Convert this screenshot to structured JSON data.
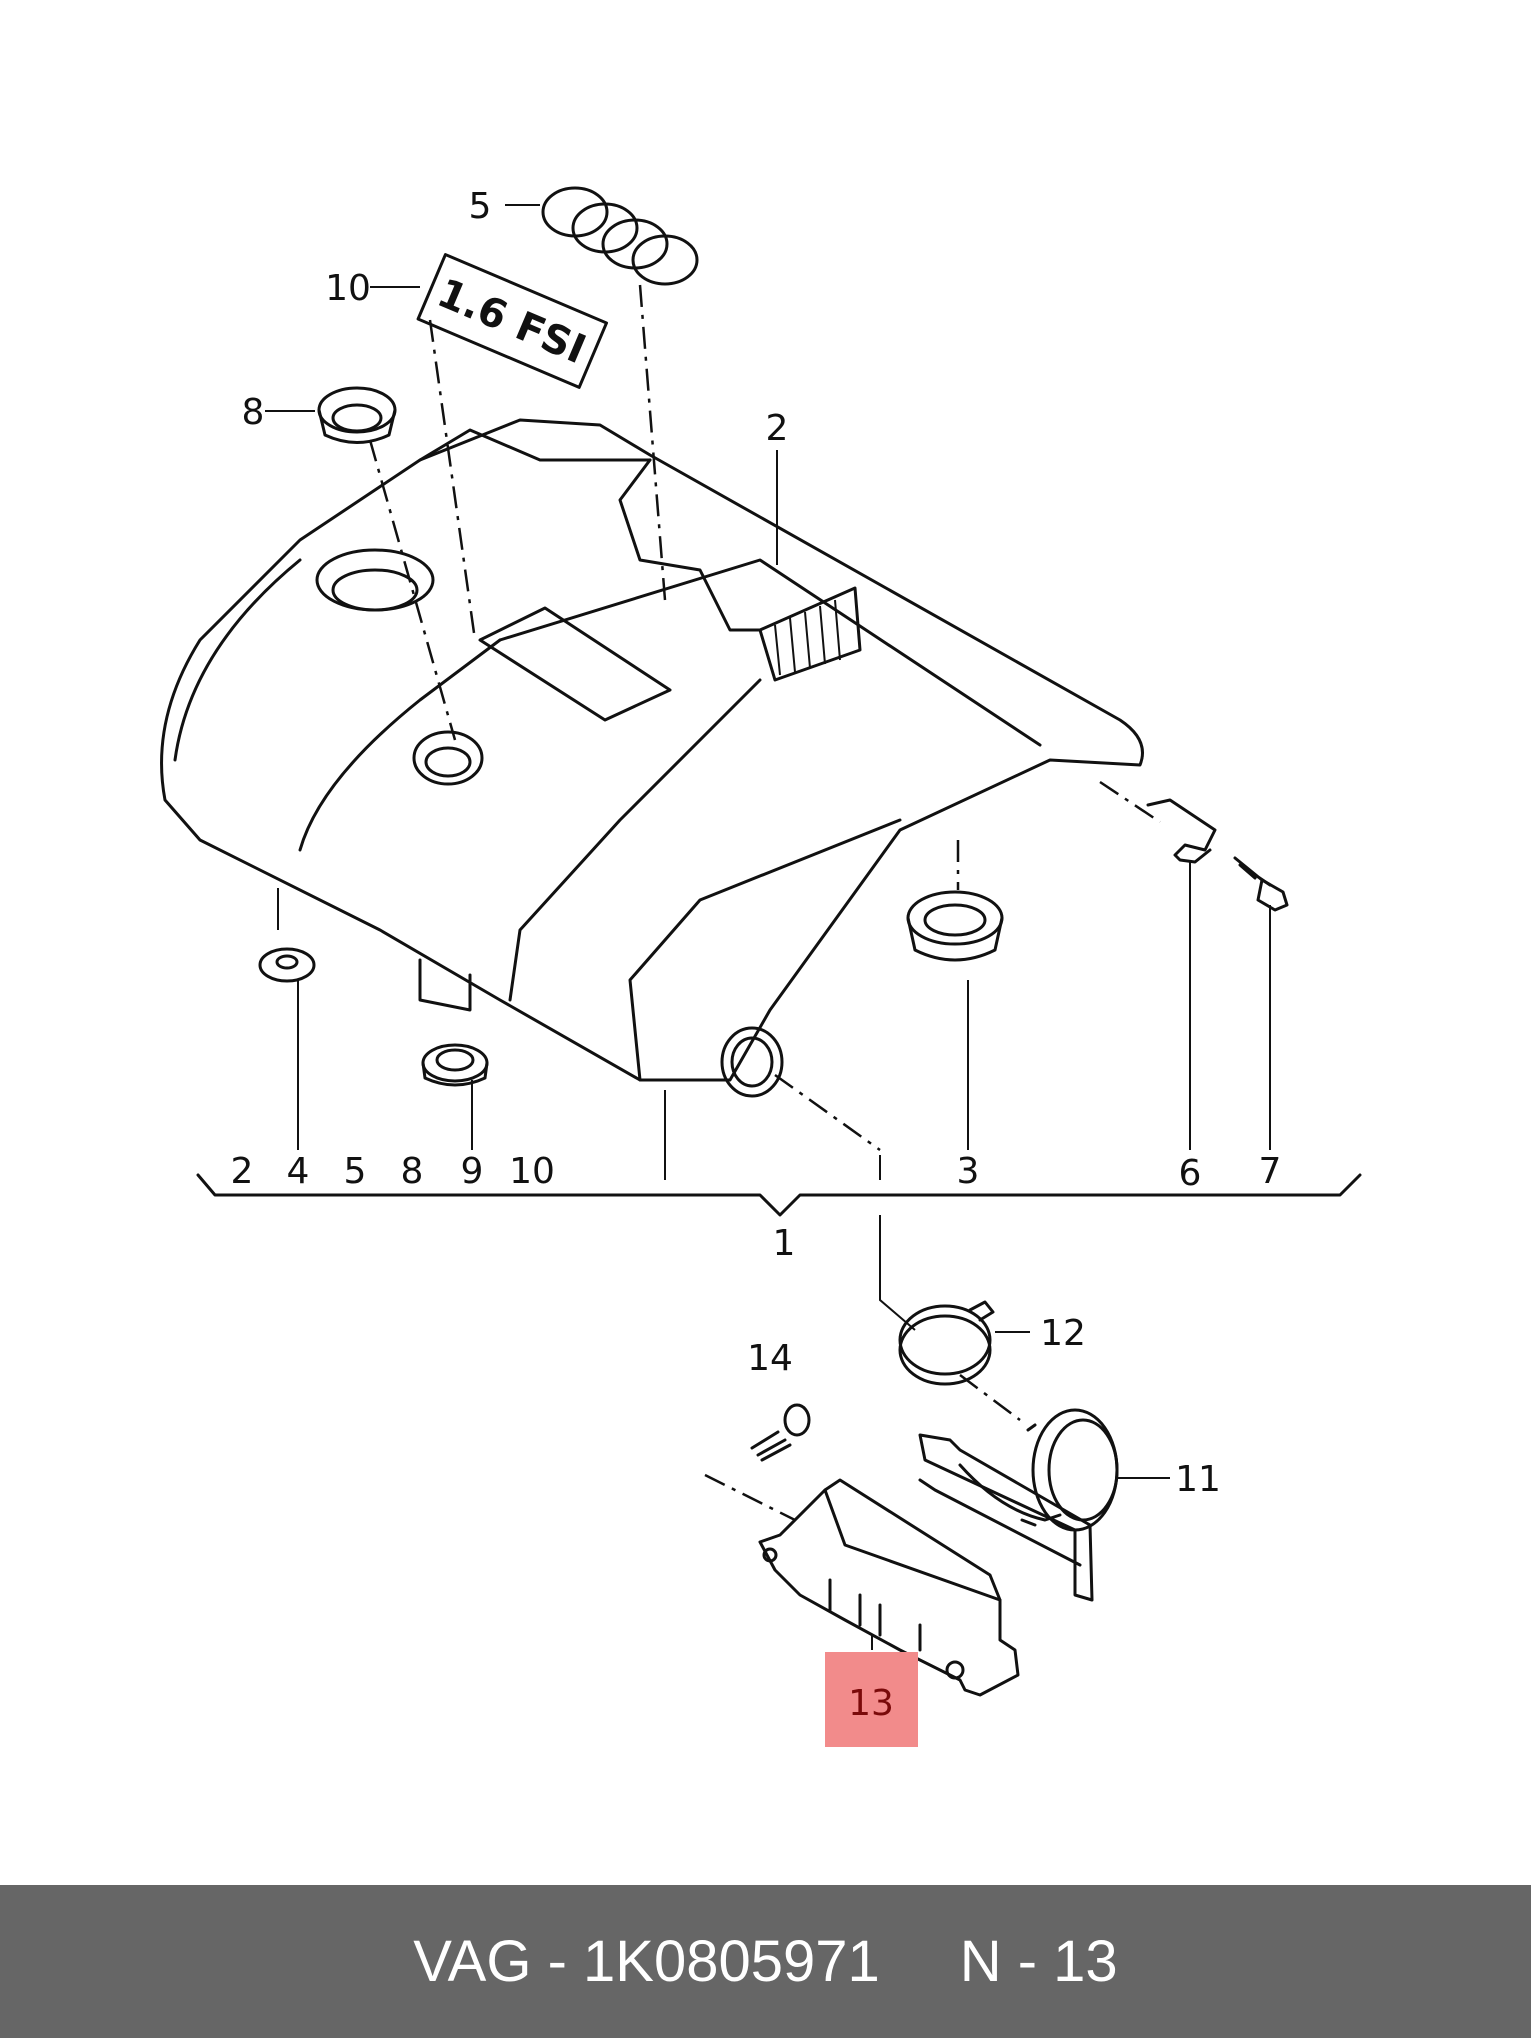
{
  "diagram": {
    "callouts": [
      {
        "id": "c5",
        "text": "5"
      },
      {
        "id": "c10",
        "text": "10"
      },
      {
        "id": "c8",
        "text": "8"
      },
      {
        "id": "c2",
        "text": "2"
      },
      {
        "id": "c12",
        "text": "12"
      },
      {
        "id": "c14",
        "text": "14"
      },
      {
        "id": "c11",
        "text": "11"
      },
      {
        "id": "c3",
        "text": "3"
      },
      {
        "id": "c6",
        "text": "6"
      },
      {
        "id": "c7",
        "text": "7"
      },
      {
        "id": "c1",
        "text": "1"
      }
    ],
    "bracket_labels": [
      "2",
      "4",
      "5",
      "8",
      "9",
      "10"
    ],
    "highlight": {
      "text": "13",
      "color": "#f28b8b"
    },
    "badge": {
      "text": "1.6 FSI"
    }
  },
  "footer": {
    "part": "VAG - 1K0805971",
    "ref": "N - 13"
  }
}
